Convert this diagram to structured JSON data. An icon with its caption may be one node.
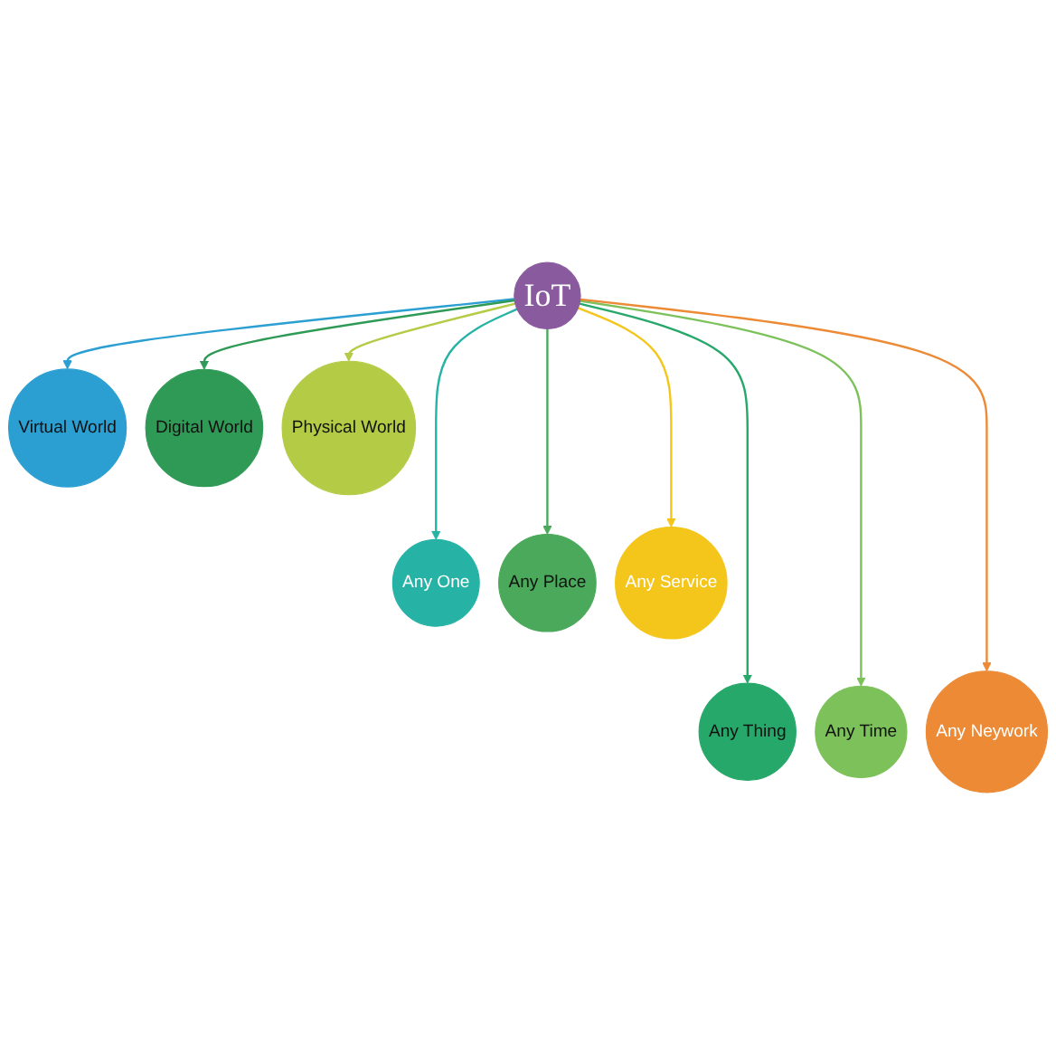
{
  "diagram": {
    "nodes": [
      {
        "text": [
          "IoT"
        ]
      },
      {
        "text": [
          "Virtual World"
        ]
      },
      {
        "text": [
          "Any One"
        ]
      },
      {
        "text": [
          "Any Thing"
        ]
      },
      {
        "text": [
          "Digital World"
        ]
      },
      {
        "text": [
          "Any Place"
        ]
      },
      {
        "text": [
          "Any Time"
        ]
      },
      {
        "text": [
          "Physical World"
        ]
      },
      {
        "text": [
          "Any Service"
        ]
      },
      {
        "text": [
          "Any Neywork"
        ]
      }
    ],
    "edges": [
      {
        "from": 0,
        "to": 1,
        "arrow": "to",
        "color": "#2b9fd2"
      },
      {
        "from": 0,
        "to": 2,
        "arrow": "to",
        "color": "#26b3a6"
      },
      {
        "from": 0,
        "to": 3,
        "arrow": "to",
        "color": "#27a86b"
      },
      {
        "from": 0,
        "to": 4,
        "arrow": "to",
        "color": "#2f9a56"
      },
      {
        "from": 0,
        "to": 5,
        "arrow": "to",
        "color": "#4aa95a"
      },
      {
        "from": 0,
        "to": 6,
        "arrow": "to",
        "color": "#7cc15a"
      },
      {
        "from": 0,
        "to": 7,
        "arrow": "to",
        "color": "#b4cb45"
      },
      {
        "from": 0,
        "to": 8,
        "arrow": "to",
        "color": "#f4c51a"
      },
      {
        "from": 0,
        "to": 9,
        "arrow": "to",
        "color": "#ec8a36"
      }
    ]
  }
}
